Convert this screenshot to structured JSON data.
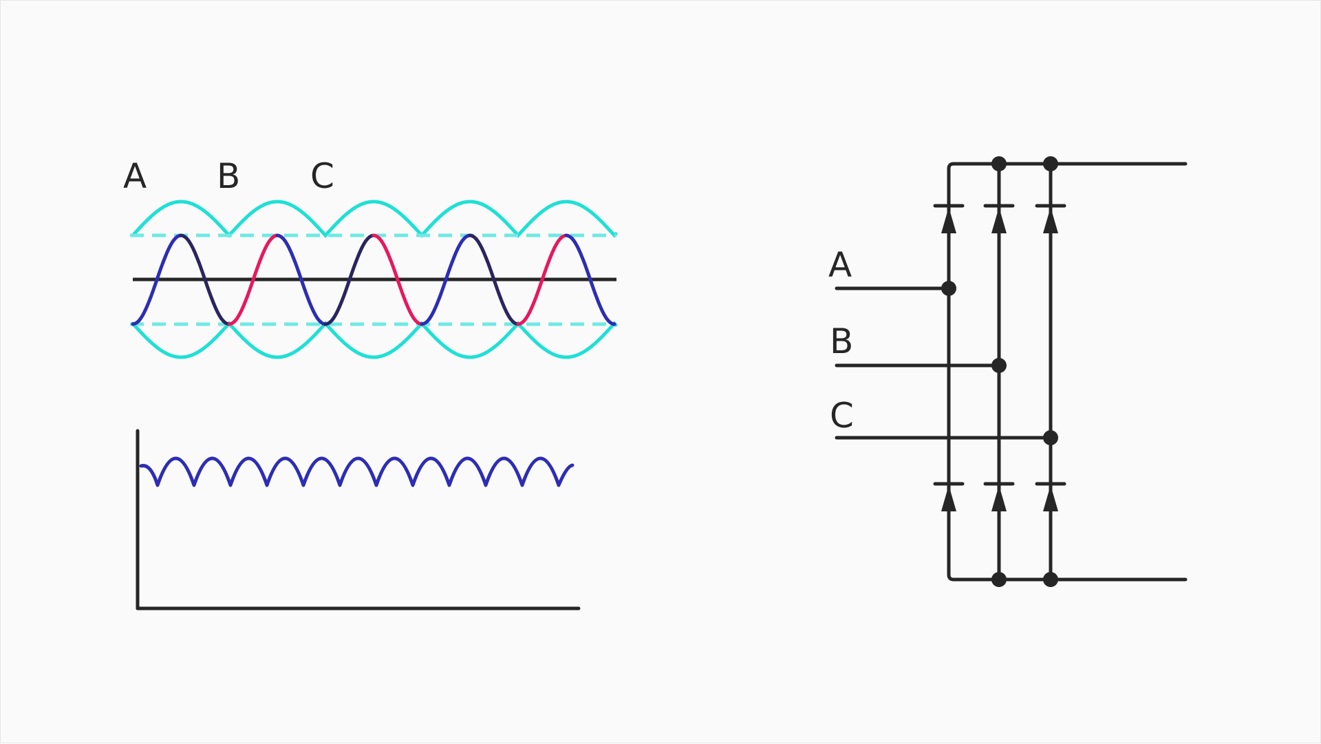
{
  "waveform": {
    "phase_labels": [
      "A",
      "B",
      "C"
    ]
  },
  "circuit": {
    "input_labels": [
      "A",
      "B",
      "C"
    ]
  },
  "colors": {
    "envelope": "#1ee0d6",
    "envelope_dashed": "#6fe9e3",
    "rectified_a": "#2d2db4",
    "rectified_b": "#e8185d",
    "rectified_c": "#2a2560",
    "ripple_output": "#2d2db4",
    "stroke": "#262626"
  }
}
